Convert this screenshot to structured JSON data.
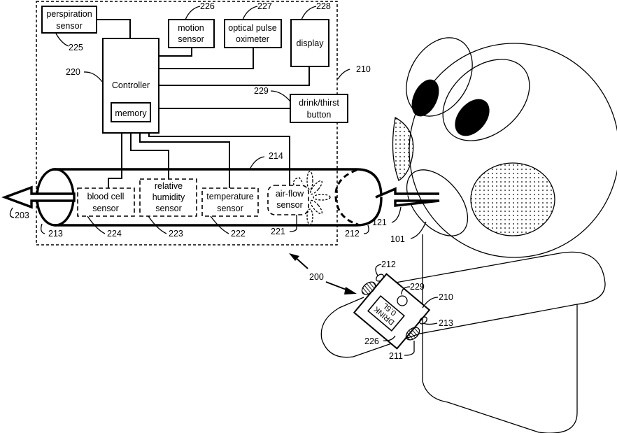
{
  "figure": {
    "blocks": {
      "perspiration_sensor": [
        "perspiration",
        "sensor"
      ],
      "motion_sensor": [
        "motion",
        "sensor"
      ],
      "optical_pulse_oximeter": [
        "optical pulse",
        "oximeter"
      ],
      "display": [
        "display"
      ],
      "controller": "Controller",
      "memory": "memory",
      "drink_thirst_button": [
        "drink/thirst",
        "button"
      ],
      "blood_cell_sensor": [
        "blood cell",
        "sensor"
      ],
      "relative_humidity_sensor": [
        "relative",
        "humidity",
        "sensor"
      ],
      "temperature_sensor": [
        "temperature",
        "sensor"
      ],
      "air_flow_sensor": [
        "air-flow",
        "sensor"
      ]
    },
    "refs": {
      "r225": "225",
      "r226": "226",
      "r227": "227",
      "r228": "228",
      "r220": "220",
      "r229": "229",
      "r210": "210",
      "r214": "214",
      "r203": "203",
      "r213": "213",
      "r224": "224",
      "r223": "223",
      "r222": "222",
      "r221": "221",
      "r212": "212",
      "r121": "121",
      "r101": "101",
      "r200": "200",
      "w212": "212",
      "w229": "229",
      "w210": "210",
      "w213": "213",
      "w226": "226",
      "w211": "211"
    },
    "device_display": [
      "DRINK",
      "0.5L"
    ]
  }
}
